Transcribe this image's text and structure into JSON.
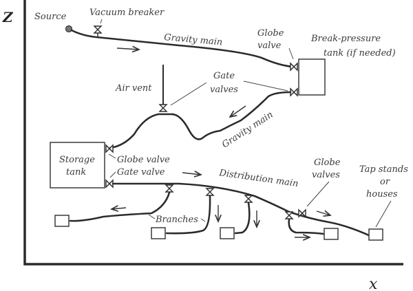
{
  "diagram": {
    "axes": {
      "z_label": "Z",
      "x_label": "x"
    },
    "labels": {
      "source": "Source",
      "vacuum_breaker": "Vacuum breaker",
      "gravity_main_top": "Gravity main",
      "globe_valve_top_1": "Globe",
      "globe_valve_top_2": "valve",
      "break_pressure_1": "Break-pressure",
      "break_pressure_2": "tank (if needed)",
      "air_vent": "Air vent",
      "gate_valves_1": "Gate",
      "gate_valves_2": "valves",
      "gravity_main_lower": "Gravity main",
      "storage_tank_1": "Storage",
      "storage_tank_2": "tank",
      "globe_valve_storage": "Globe valve",
      "gate_valve_storage": "Gate valve",
      "distribution_main": "Distribution main",
      "globe_valves_1": "Globe",
      "globe_valves_2": "valves",
      "tap_stands_1": "Tap stands",
      "tap_stands_2": "or",
      "tap_stands_3": "houses",
      "branches": "Branches"
    }
  }
}
